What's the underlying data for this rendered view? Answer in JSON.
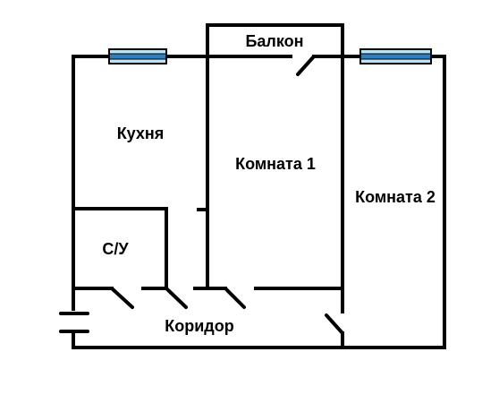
{
  "rooms": {
    "balcony": "Балкон",
    "kitchen": "Кухня",
    "room1": "Комната 1",
    "room2": "Комната 2",
    "bathroom": "С/У",
    "corridor": "Коридор"
  },
  "colors": {
    "wall": "#000000",
    "window_glass": "#2e7fc0",
    "window_light": "#bfe3f7",
    "background": "#ffffff"
  }
}
